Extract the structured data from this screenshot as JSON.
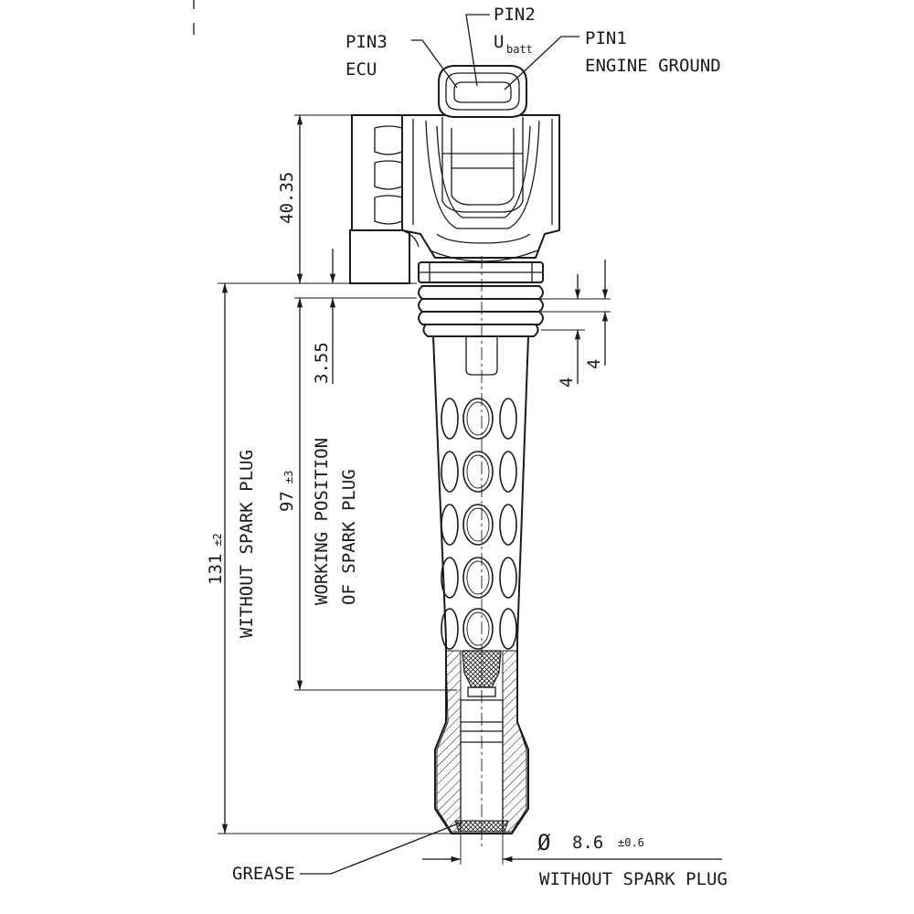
{
  "pins": {
    "pin1": {
      "id": "PIN1",
      "desc": "ENGINE GROUND"
    },
    "pin2": {
      "id": "PIN2",
      "desc_main": "U",
      "desc_sub": "batt"
    },
    "pin3": {
      "id": "PIN3",
      "desc": "ECU"
    }
  },
  "dimensions": {
    "top_height": "40.35",
    "gap": "3.55",
    "rib_a": "4",
    "rib_b": "4",
    "total_length": "131",
    "total_tol": "±2",
    "total_note": "WITHOUT SPARK PLUG",
    "working_length": "97",
    "working_tol": "±3",
    "working_note_1": "WORKING POSITION",
    "working_note_2": "OF SPARK PLUG",
    "diameter_symbol": "Ø",
    "diameter_value": "8.6",
    "diameter_tol": "±0.6",
    "diameter_note": "WITHOUT SPARK PLUG"
  },
  "callouts": {
    "grease": "GREASE"
  },
  "colors": {
    "line": "#1a1a1a",
    "background": "#ffffff"
  }
}
